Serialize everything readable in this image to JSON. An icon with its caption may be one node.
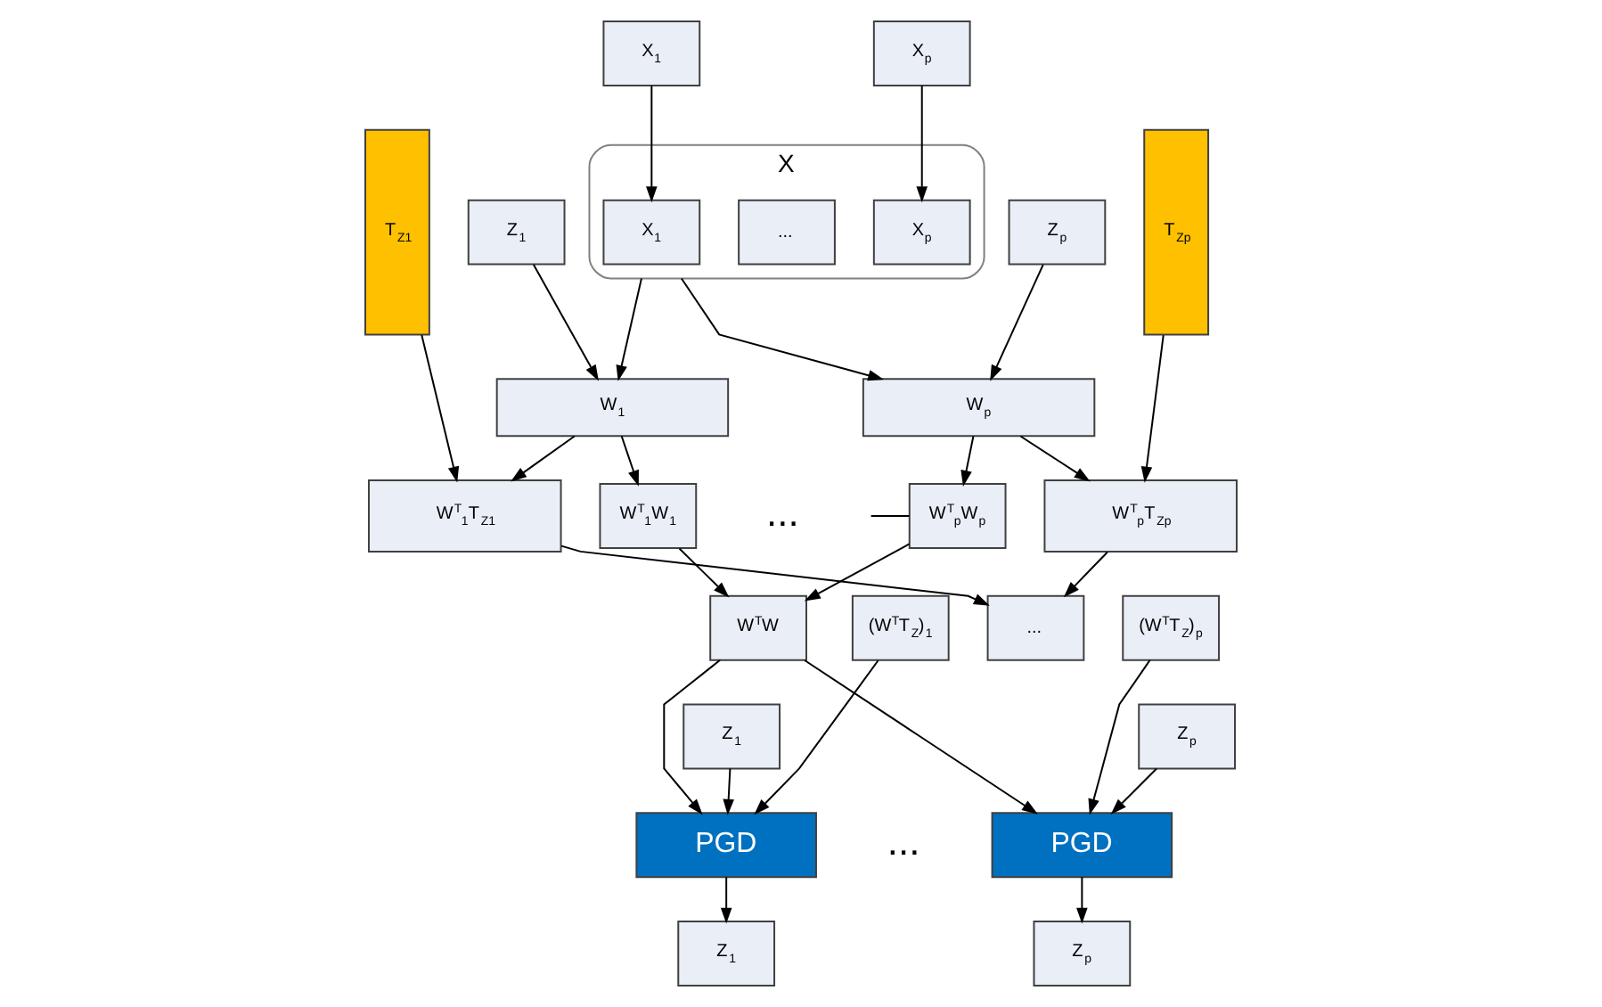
{
  "diagram": {
    "nodes": [
      {
        "text": [
          "X$_{1}$"
        ]
      },
      {
        "text": [
          "X$_{p}$"
        ]
      },
      {
        "text": [
          "X"
        ]
      },
      {
        "text": [
          "X$_{1}$"
        ],
        "in": 2
      },
      {
        "text": [
          "..."
        ],
        "in": 2
      },
      {
        "text": [
          "X$_{p}$"
        ],
        "in": 2
      },
      {
        "text": [
          "T$_{Z1}$"
        ]
      },
      {
        "text": [
          "Z$_{1}$"
        ]
      },
      {
        "text": [
          "Z$_{p}$"
        ]
      },
      {
        "text": [
          "T$_{Zp}$"
        ]
      },
      {
        "text": [
          "W$_{1}$"
        ]
      },
      {
        "text": [
          "W$_{p}$"
        ]
      },
      {
        "text": [
          "W$^{T}$$_{1}$T$_{Z1}$"
        ]
      },
      {
        "text": [
          "W$^{T}$$_{1}$W$_{1}$"
        ]
      },
      {
        "text": [
          "W$^{T}$$_{p}$W$_{p}$"
        ]
      },
      {
        "text": [
          "W$^{T}$$_{p}$T$_{Zp}$"
        ]
      },
      {
        "text": [
          "W$^{T}$W"
        ]
      },
      {
        "text": [
          "(W$^{T}$T$_{Z}$)$_{1}$"
        ]
      },
      {
        "text": [
          "..."
        ]
      },
      {
        "text": [
          "(W$^{T}$T$_{Z}$)$_{p}$"
        ]
      },
      {
        "text": [
          "Z$_{1}$"
        ]
      },
      {
        "text": [
          "Z$_{p}$"
        ]
      },
      {
        "text": [
          "PGD"
        ]
      },
      {
        "text": [
          "PGD"
        ]
      },
      {
        "text": [
          "Z$_{1}$"
        ]
      },
      {
        "text": [
          "Z$_{p}$"
        ]
      }
    ],
    "edges": [
      {
        "from": 0,
        "to": 3,
        "arrow": "to"
      },
      {
        "from": 1,
        "to": 5,
        "arrow": "to"
      },
      {
        "from": 2,
        "to": 10,
        "arrow": "to"
      },
      {
        "from": 2,
        "to": 11,
        "arrow": "to"
      },
      {
        "from": 7,
        "to": 10,
        "arrow": "to"
      },
      {
        "from": 8,
        "to": 11,
        "arrow": "to"
      },
      {
        "from": 6,
        "to": 12,
        "arrow": "to"
      },
      {
        "from": 10,
        "to": 12,
        "arrow": "to"
      },
      {
        "from": 10,
        "to": 13,
        "arrow": "to"
      },
      {
        "from": 11,
        "to": 14,
        "arrow": "to"
      },
      {
        "from": 11,
        "to": 15,
        "arrow": "to"
      },
      {
        "from": 9,
        "to": 15,
        "arrow": "to"
      },
      {
        "from": null,
        "to": 14,
        "arrow": "none"
      },
      {
        "from": 12,
        "to": 18,
        "arrow": "to"
      },
      {
        "from": 15,
        "to": 18,
        "arrow": "to"
      },
      {
        "from": 13,
        "to": 16,
        "arrow": "to"
      },
      {
        "from": 14,
        "to": 16,
        "arrow": "to"
      },
      {
        "from": 16,
        "to": 22,
        "arrow": "to"
      },
      {
        "from": 16,
        "to": 23,
        "arrow": "to"
      },
      {
        "from": 17,
        "to": 22,
        "arrow": "to"
      },
      {
        "from": 19,
        "to": 23,
        "arrow": "to"
      },
      {
        "from": 20,
        "to": 22,
        "arrow": "to"
      },
      {
        "from": 21,
        "to": 23,
        "arrow": "to"
      },
      {
        "from": 22,
        "to": 24,
        "arrow": "to"
      },
      {
        "from": 23,
        "to": 25,
        "arrow": "to"
      }
    ],
    "labels": [
      "...",
      "..."
    ]
  }
}
